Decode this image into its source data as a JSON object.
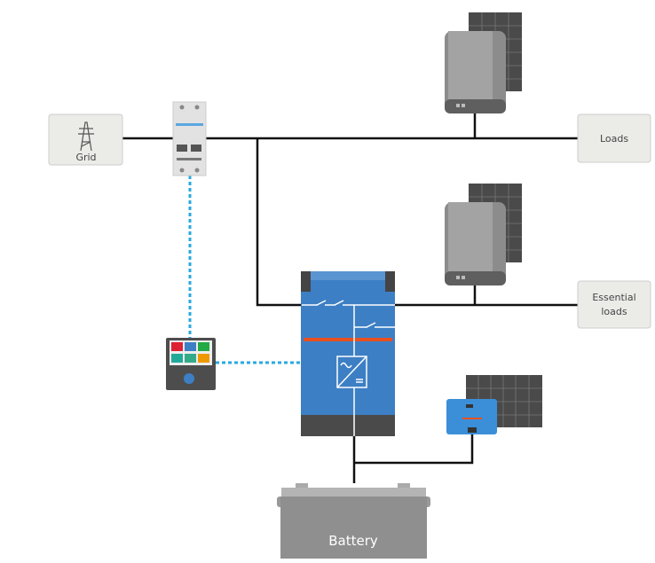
{
  "labels": {
    "grid": "Grid",
    "loads": "Loads",
    "essential_loads_line1": "Essential",
    "essential_loads_line2": "loads",
    "battery": "Battery"
  },
  "colors": {
    "ac_wire": "#111111",
    "data_link": "#29a8e0",
    "inverter_blue": "#3d7fc4",
    "inverter_accent": "#e8501e",
    "box_fill": "#ebebe8",
    "battery_gray": "#8f8f8f",
    "pv_inverter_gray": "#8c8c8c",
    "solar_panel": "#4a4a4a"
  },
  "icons": [
    "transmission-tower-icon",
    "energy-meter-icon",
    "pv-inverter-icon",
    "solar-panel-icon",
    "inverter-charger-icon",
    "gx-display-icon",
    "mppt-charger-icon",
    "battery-icon"
  ]
}
